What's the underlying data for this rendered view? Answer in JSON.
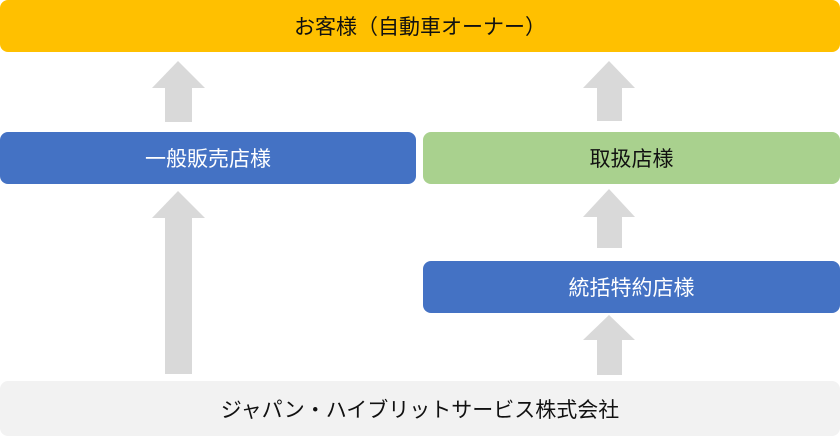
{
  "customer": "お客様（自動車オーナー）",
  "general_dealer": "一般販売店様",
  "handling_dealer": "取扱店様",
  "master_dealer": "統括特約店様",
  "company": "ジャパン・ハイブリットサービス株式会社",
  "colors": {
    "customer": "#FFC000",
    "blue": "#4472C4",
    "green": "#A9D18E",
    "company": "#F2F2F2",
    "arrow": "#D9D9D9"
  }
}
